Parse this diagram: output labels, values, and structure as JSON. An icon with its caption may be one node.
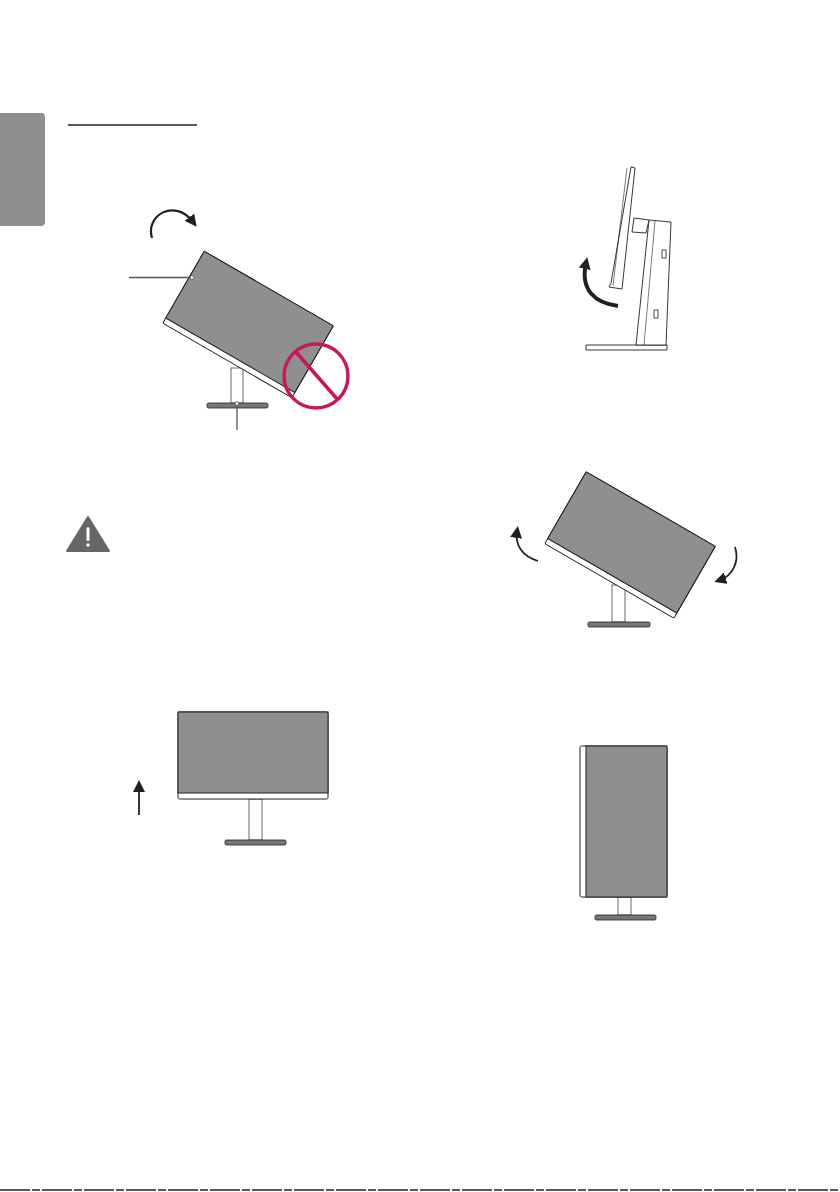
{
  "diagram": {
    "nodes": [
      {
        "text": [],
        "shape": "box"
      },
      {
        "text": [],
        "shape": "box"
      },
      {
        "text": [],
        "shape": "bar"
      }
    ],
    "edges": [
      {
        "from": null,
        "to": 1,
        "arrow": "other"
      },
      {
        "from": null,
        "to": 2,
        "arrow": "other"
      }
    ]
  }
}
